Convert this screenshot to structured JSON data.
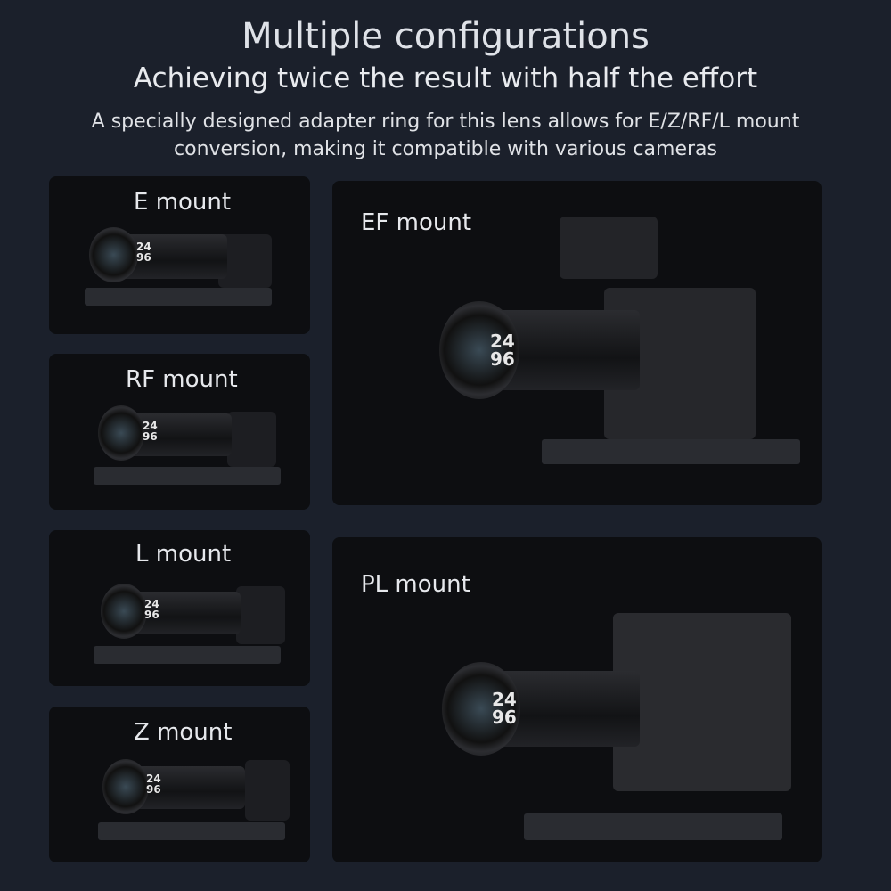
{
  "header": {
    "title": "Multiple configurations",
    "subtitle": "Achieving twice the result with half the effort",
    "description_lines": [
      "A specially designed adapter ring for this lens allows for E/Z/RF/L mount",
      "conversion, making it compatible with various cameras"
    ]
  },
  "panels": [
    {
      "label": "E mount"
    },
    {
      "label": "RF mount"
    },
    {
      "label": "L mount"
    },
    {
      "label": "Z mount"
    },
    {
      "label": "EF mount"
    },
    {
      "label": "PL mount"
    }
  ],
  "lens_marking": {
    "top": "24",
    "bottom": "96"
  },
  "colors": {
    "background": "#1b202b",
    "panel": "#0d0e11"
  }
}
